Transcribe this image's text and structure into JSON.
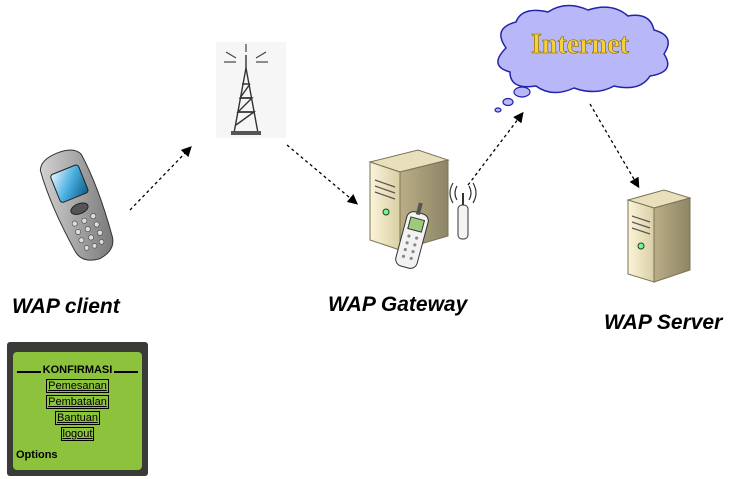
{
  "nodes": {
    "wap_client": "WAP client",
    "wap_gateway": "WAP Gateway",
    "wap_server": "WAP Server",
    "internet": "Internet"
  },
  "phone_screen": {
    "title": "KONFIRMASI",
    "links": [
      "Pemesanan",
      "Pembatalan",
      "Bantuan",
      "logout"
    ],
    "softkey": "Options"
  },
  "colors": {
    "cloud_fill": "#b8b8f8",
    "cloud_text": "#f5d23c",
    "screen_bg": "#8cc23c"
  }
}
